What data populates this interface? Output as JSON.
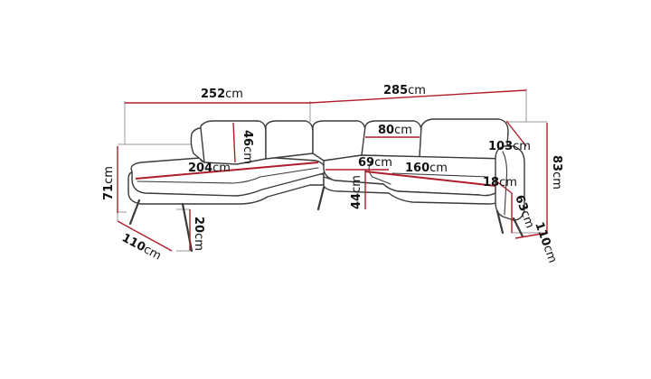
{
  "colors": {
    "dimension_line": "#b01d2a",
    "outline": "#3a3a3a",
    "extension_line": "#9a9a9a",
    "background": "#ffffff"
  },
  "unit": "cm",
  "dimensions": {
    "width_left": "252",
    "width_right": "285",
    "backrest_height": "46",
    "seat_depth_chaise": "204",
    "cushion_width": "80",
    "corner_seat": "69",
    "seat_width_right": "160",
    "depth_right": "103",
    "armrest_width": "18",
    "total_height": "83",
    "height_left": "71",
    "depth_left": "110",
    "leg_height": "20",
    "seat_height": "44",
    "arm_height": "63",
    "depth_right_end": "110"
  }
}
